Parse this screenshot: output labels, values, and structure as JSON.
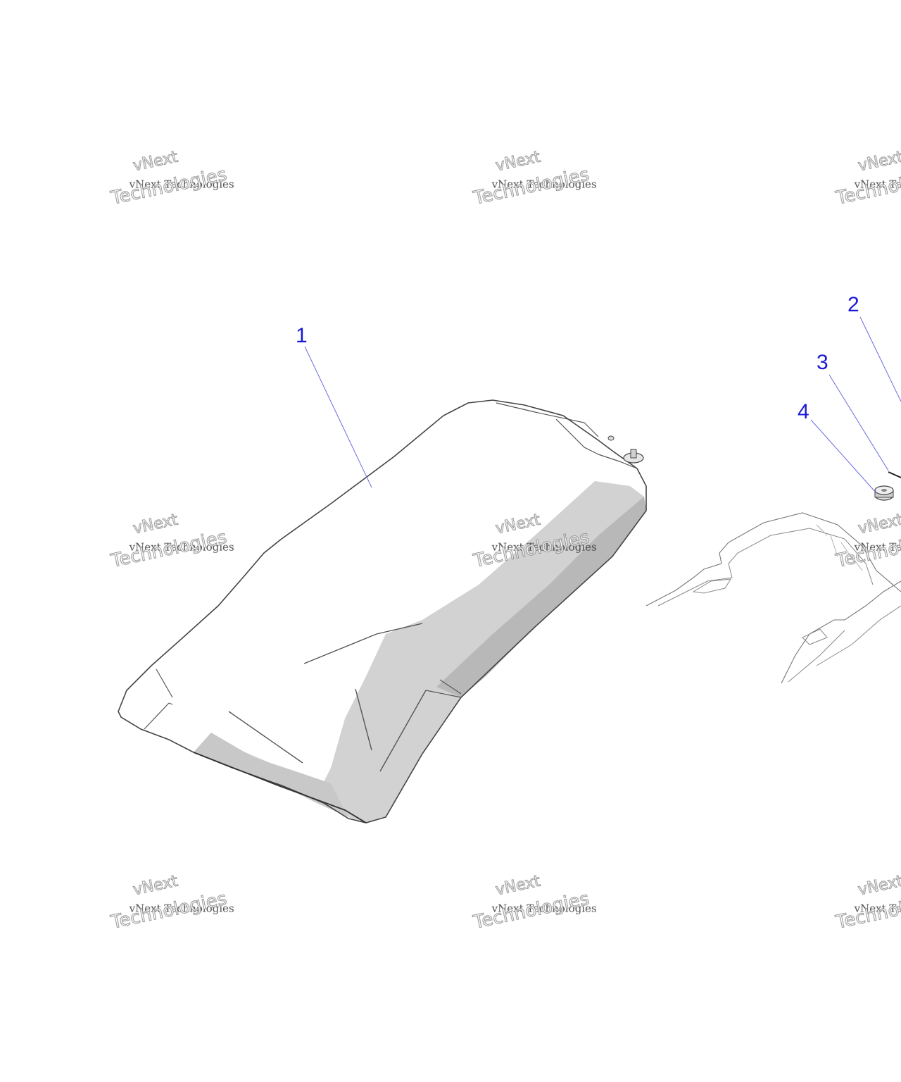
{
  "diagram": {
    "callouts": [
      {
        "id": "1",
        "label": "1"
      },
      {
        "id": "2",
        "label": "2"
      },
      {
        "id": "3",
        "label": "3"
      },
      {
        "id": "4",
        "label": "4"
      }
    ],
    "watermark": {
      "line1": "vNext",
      "line2": "vNext Technologies",
      "line3": "Technologies"
    },
    "colors": {
      "callout": "#1a1ad6",
      "leader": "#6a6ae0",
      "outline": "#444444",
      "shade_light": "#d2d2d2",
      "shade_dark": "#b8b8b8"
    }
  }
}
